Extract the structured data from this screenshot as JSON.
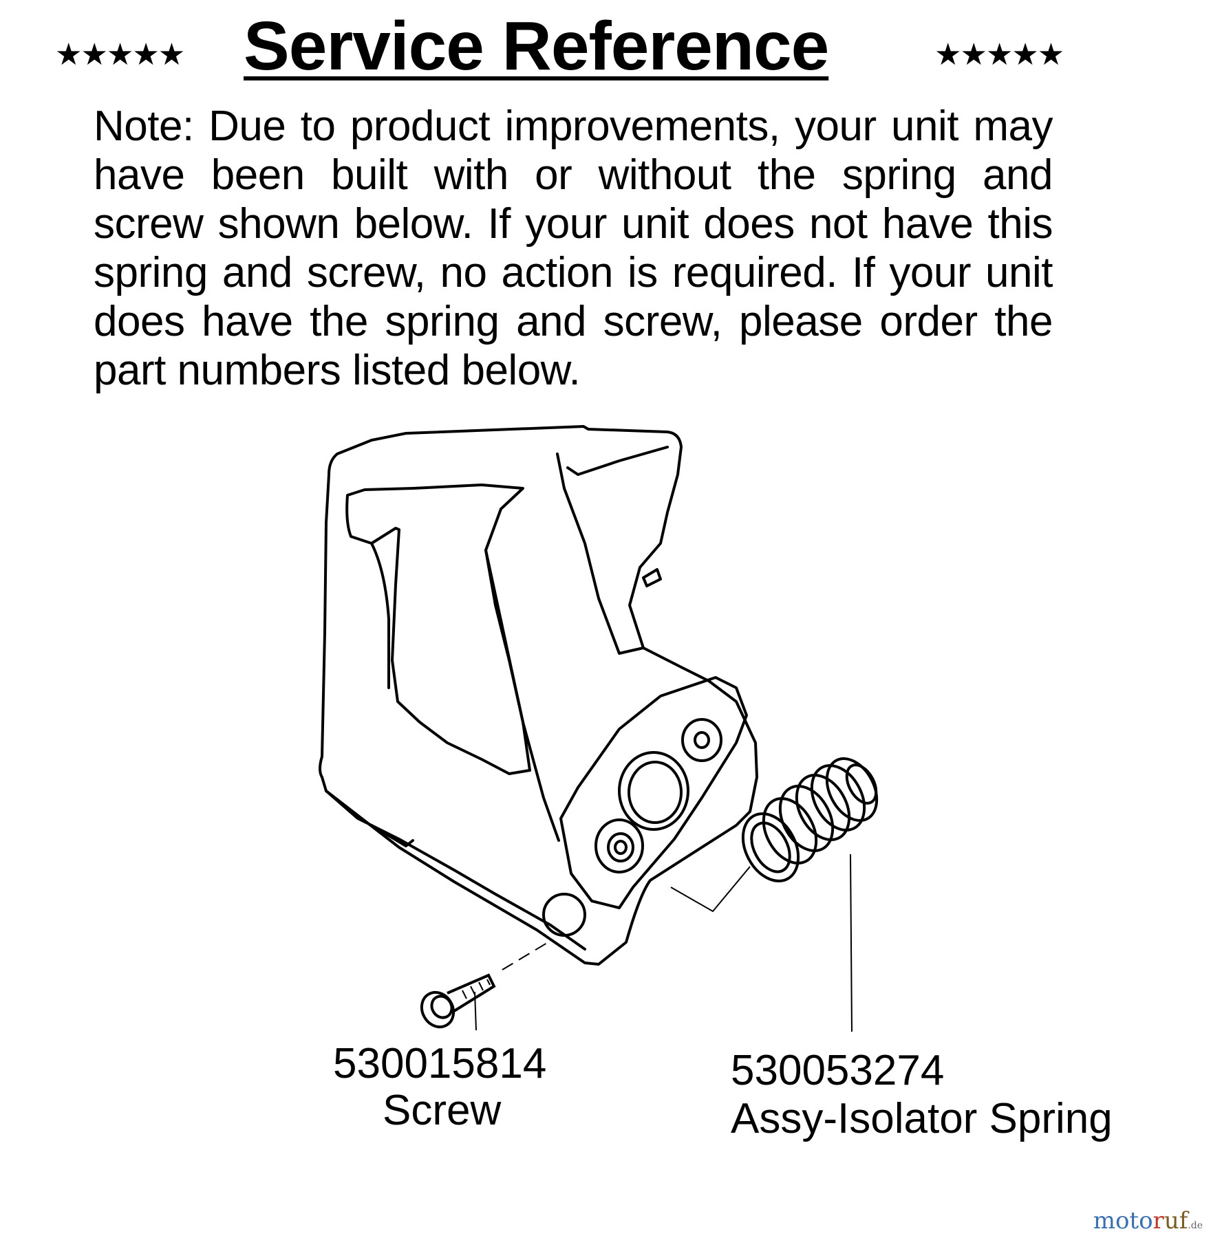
{
  "header": {
    "title": "Service Reference",
    "stars_left": "★★★★★",
    "stars_right": "★★★★★"
  },
  "note": {
    "text": "Note: Due to product improvements, your unit may have been built with or without the spring and screw shown below. If your unit does not have this spring and screw, no action is required. If your unit does have the spring and screw, please order the part numbers listed below."
  },
  "parts": [
    {
      "number": "530015814",
      "name": "Screw"
    },
    {
      "number": "530053274",
      "name": "Assy-Isolator Spring"
    }
  ],
  "watermark": {
    "part1": "moto",
    "part2": "r",
    "part3": "uf",
    "part4": ".de"
  }
}
